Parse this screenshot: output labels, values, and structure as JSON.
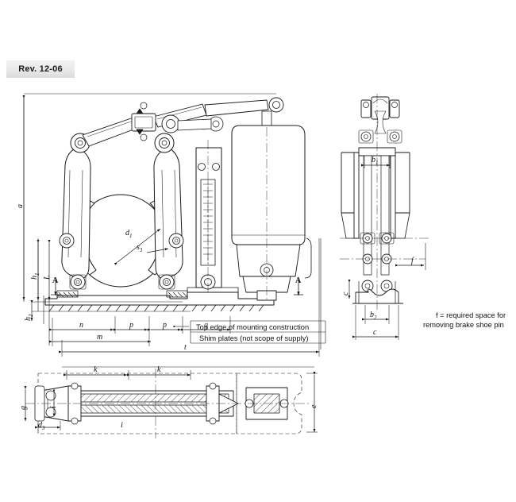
{
  "page": {
    "background": "#ffffff",
    "title_badge": "Rev. 12-06"
  },
  "drawing": {
    "type": "engineering-assembly-drawing",
    "subject": "Thruster operated drum brake",
    "views": [
      {
        "name": "front-elevation",
        "position": "upper-left"
      },
      {
        "name": "end-view",
        "position": "upper-right"
      },
      {
        "name": "plan-view",
        "position": "lower-left"
      }
    ],
    "line_color": "#1a1a1a",
    "hatch_color": "#1a1a1a"
  },
  "annotations": {
    "mounting_edge": "Top edge of mounting construction",
    "shim_plates": "Shim plates (not scope of supply)",
    "clearance_note_line1": "f = required space for",
    "clearance_note_line2": "removing brake shoe pin"
  },
  "section_marks": [
    {
      "id": "section-a-left",
      "label": "A"
    },
    {
      "id": "section-a-right",
      "label": "A"
    }
  ],
  "dimensions": {
    "front_view": [
      {
        "id": "a",
        "label": "a",
        "sub": "",
        "orientation": "vertical"
      },
      {
        "id": "h1",
        "label": "h",
        "sub": "1",
        "orientation": "vertical"
      },
      {
        "id": "h2",
        "label": "h",
        "sub": "2",
        "orientation": "vertical"
      },
      {
        "id": "L",
        "label": "L",
        "sub": "",
        "orientation": "vertical"
      },
      {
        "id": "d1",
        "label": "d",
        "sub": "1",
        "orientation": "diagonal"
      },
      {
        "id": "s3",
        "label": "s",
        "sub": "3",
        "orientation": "diagonal"
      },
      {
        "id": "n",
        "label": "n",
        "sub": "",
        "orientation": "horizontal"
      },
      {
        "id": "p1",
        "label": "p",
        "sub": "",
        "orientation": "horizontal"
      },
      {
        "id": "p2",
        "label": "p",
        "sub": "",
        "orientation": "horizontal"
      },
      {
        "id": "q",
        "label": "q",
        "sub": "",
        "orientation": "horizontal"
      },
      {
        "id": "m",
        "label": "m",
        "sub": "",
        "orientation": "horizontal"
      },
      {
        "id": "t",
        "label": "t",
        "sub": "",
        "orientation": "horizontal"
      }
    ],
    "end_view": [
      {
        "id": "b1",
        "label": "b",
        "sub": "1",
        "orientation": "horizontal"
      },
      {
        "id": "b2",
        "label": "b",
        "sub": "2",
        "orientation": "horizontal"
      },
      {
        "id": "c",
        "label": "c",
        "sub": "",
        "orientation": "horizontal"
      },
      {
        "id": "f",
        "label": "f",
        "sub": "",
        "orientation": "horizontal"
      },
      {
        "id": "c2",
        "label": "c",
        "sub": "",
        "orientation": "vertical"
      }
    ],
    "plan_view": [
      {
        "id": "k1",
        "label": "k",
        "sub": "",
        "orientation": "horizontal"
      },
      {
        "id": "k2",
        "label": "k",
        "sub": "",
        "orientation": "horizontal"
      },
      {
        "id": "g",
        "label": "g",
        "sub": "",
        "orientation": "vertical"
      },
      {
        "id": "d3",
        "label": "d",
        "sub": "3",
        "orientation": "horizontal"
      },
      {
        "id": "i1",
        "label": "i",
        "sub": "",
        "orientation": "vertical"
      },
      {
        "id": "i2",
        "label": "i",
        "sub": "",
        "orientation": "horizontal"
      },
      {
        "id": "e",
        "label": "e",
        "sub": "",
        "orientation": "vertical"
      }
    ]
  }
}
